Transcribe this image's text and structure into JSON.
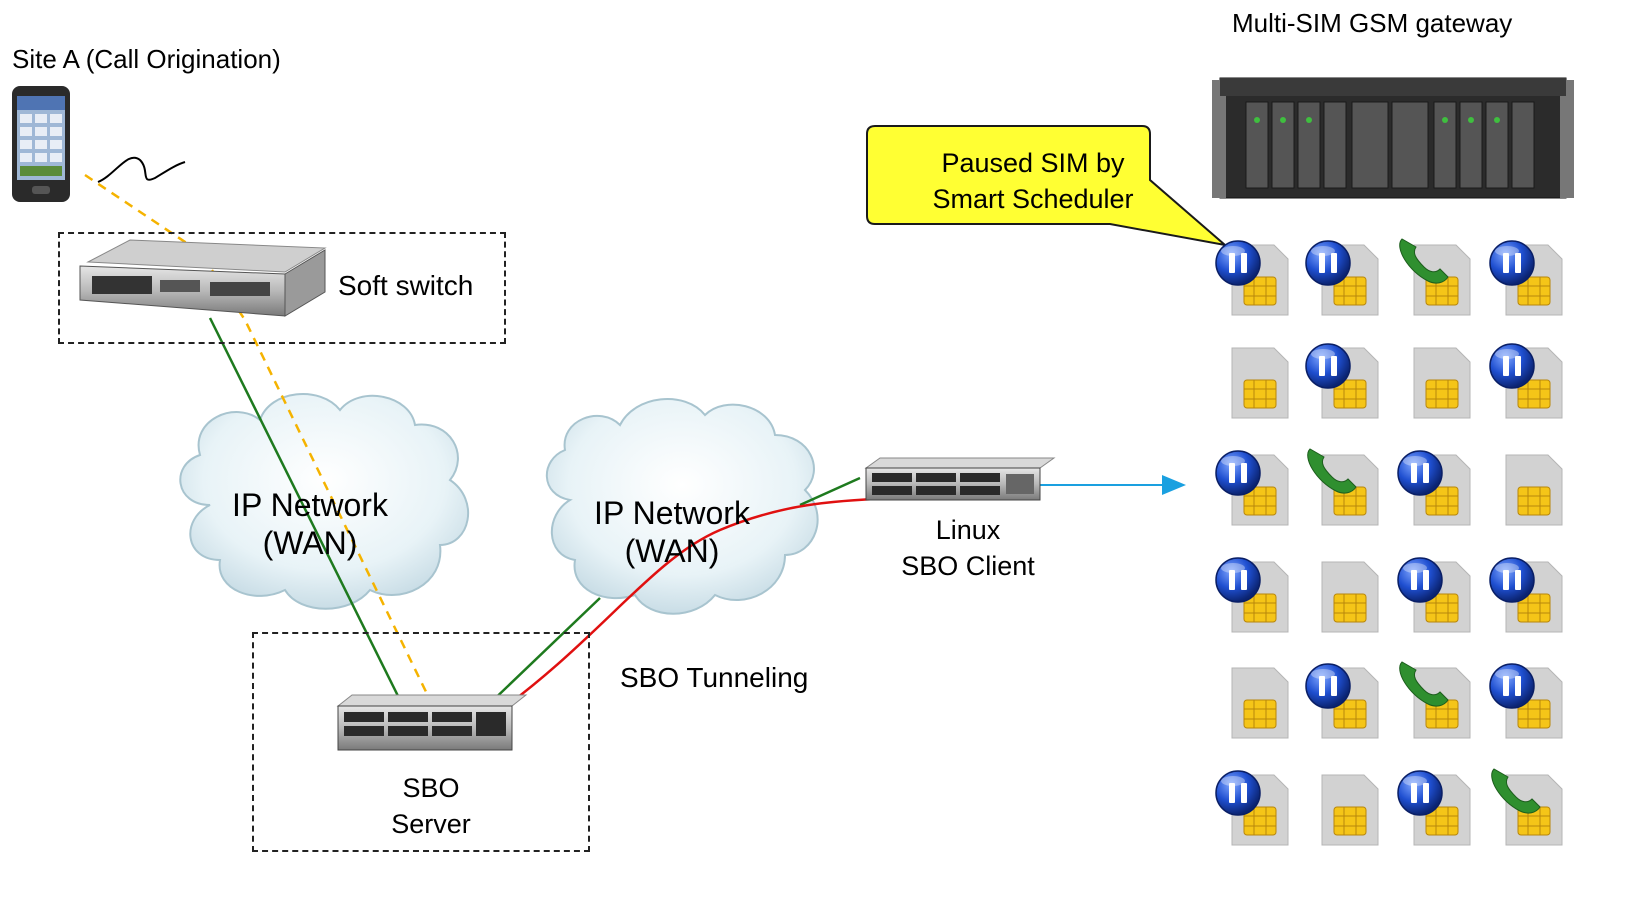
{
  "labels": {
    "site_a": "Site A (Call Origination)",
    "soft_switch": "Soft switch",
    "ip_network_1": [
      "IP Network",
      "(WAN)"
    ],
    "ip_network_2": [
      "IP Network",
      "(WAN)"
    ],
    "linux_client": [
      "Linux",
      "SBO Client"
    ],
    "sbo_tunneling": "SBO Tunneling",
    "sbo_server": [
      "SBO",
      "Server"
    ],
    "gateway": "Multi-SIM GSM gateway",
    "callout": [
      "Paused SIM by",
      "Smart Scheduler"
    ]
  },
  "sim_grid": {
    "rows": [
      [
        "paused",
        "paused",
        "call",
        "paused"
      ],
      [
        "idle",
        "paused",
        "idle",
        "paused"
      ],
      [
        "paused",
        "call",
        "paused",
        "idle"
      ],
      [
        "paused",
        "idle",
        "paused",
        "paused"
      ],
      [
        "idle",
        "paused",
        "call",
        "paused"
      ],
      [
        "paused",
        "idle",
        "paused",
        "call"
      ]
    ]
  },
  "colors": {
    "green_link": "#1e7a1e",
    "orange_link": "#f5b300",
    "red_tunnel": "#e01010",
    "blue_arrow": "#1aa0e0",
    "callout_fill": "#ffff33",
    "sim_body": "#d2d2d2",
    "sim_chip": "#f5c518",
    "pause_icon": "#1a3fb0",
    "phone_icon": "#2f8f2f"
  },
  "icons": {
    "phone": "mobile-phone-icon",
    "soft_switch": "rack-server-icon",
    "server": "rack-server-icon",
    "gateway": "gsm-gateway-icon",
    "cloud": "cloud-icon",
    "sim": "sim-card-icon",
    "paused": "pause-icon",
    "call": "phone-handset-icon"
  }
}
